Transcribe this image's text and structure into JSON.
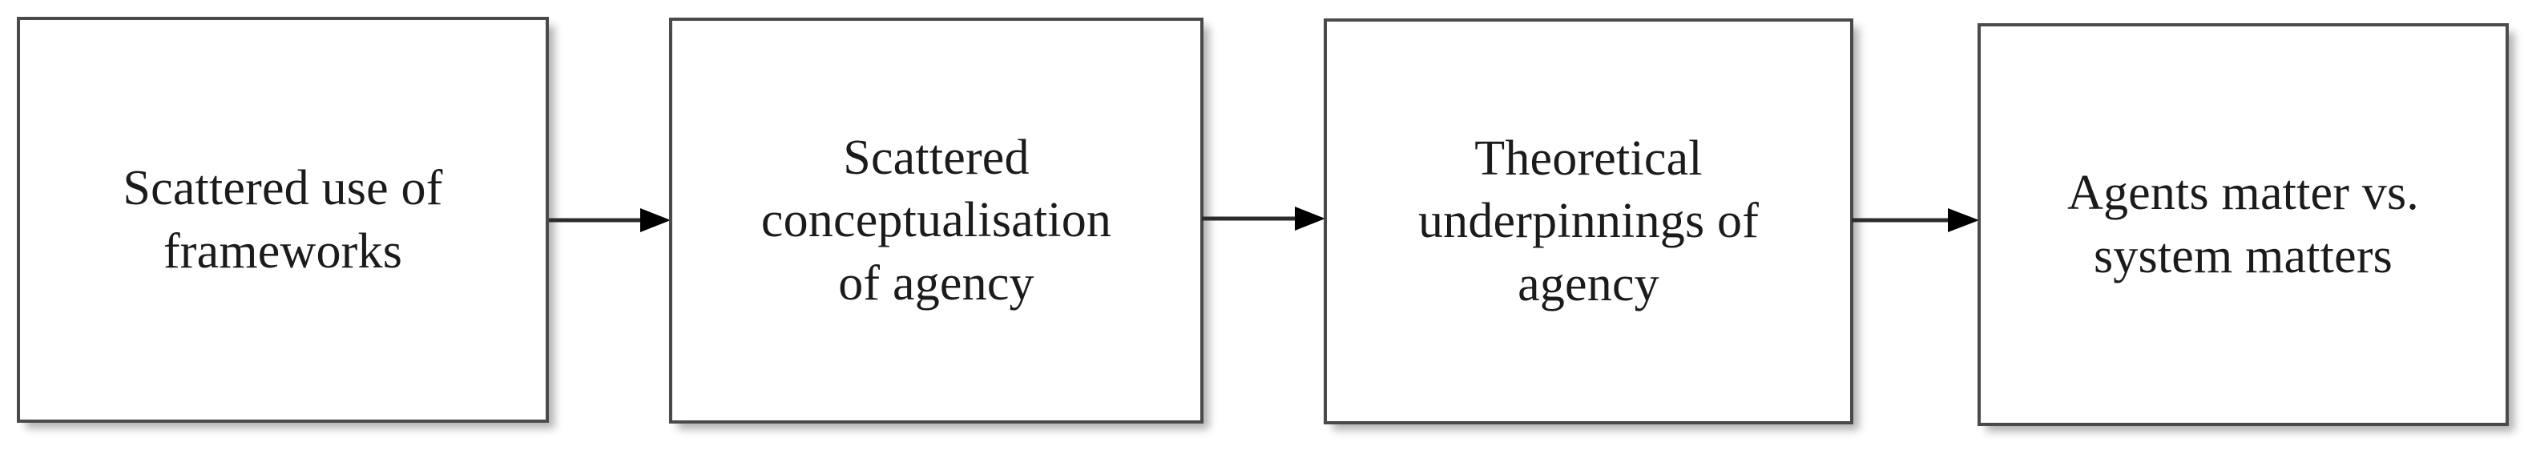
{
  "diagram": {
    "type": "linear-process-flow",
    "orientation": "left-to-right",
    "title": "",
    "stroke_color": "#4a4a4a",
    "text_color": "#1b1b1b",
    "background_color": "#ffffff",
    "arrow_color": "#000000",
    "nodes": [
      {
        "id": "node-1",
        "label": "Scattered use of\nframeworks",
        "lines": [
          "Scattered use of",
          "frameworks"
        ]
      },
      {
        "id": "node-2",
        "label": "Scattered\nconceptualisation\nof agency",
        "lines": [
          "Scattered",
          "conceptualisation",
          "of agency"
        ]
      },
      {
        "id": "node-3",
        "label": "Theoretical\nunderpinnings of\nagency",
        "lines": [
          "Theoretical",
          "underpinnings of",
          "agency"
        ]
      },
      {
        "id": "node-4",
        "label": "Agents matter vs.\nsystem matters",
        "lines": [
          "Agents matter vs.",
          "system matters"
        ]
      }
    ],
    "connectors": [
      {
        "id": "connector-1",
        "from": "node-1",
        "to": "node-2",
        "style": "solid-arrow",
        "label": ""
      },
      {
        "id": "connector-2",
        "from": "node-2",
        "to": "node-3",
        "style": "solid-arrow",
        "label": ""
      },
      {
        "id": "connector-3",
        "from": "node-3",
        "to": "node-4",
        "style": "solid-arrow",
        "label": ""
      }
    ]
  }
}
